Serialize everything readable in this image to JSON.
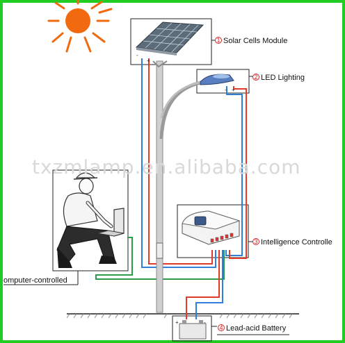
{
  "labels": {
    "solar": {
      "num": "1",
      "text": "Solar Cells Module"
    },
    "led": {
      "num": "2",
      "text": "LED Lighting"
    },
    "controller": {
      "num": "3",
      "text": "Intelligence Controlle"
    },
    "battery": {
      "num": "4",
      "text": "Lead-acid Battery"
    },
    "computer": {
      "text": "omputer-controlled"
    }
  },
  "watermark": "txzmlamp.en.alibaba.com",
  "polarity": {
    "plus": "+",
    "minus": "-"
  },
  "colors": {
    "frame": "#22cc22",
    "wire_red": "#e23b2a",
    "wire_blue": "#2d7fd8",
    "wire_green": "#2a9b4b",
    "sun": "#f26a0f"
  }
}
